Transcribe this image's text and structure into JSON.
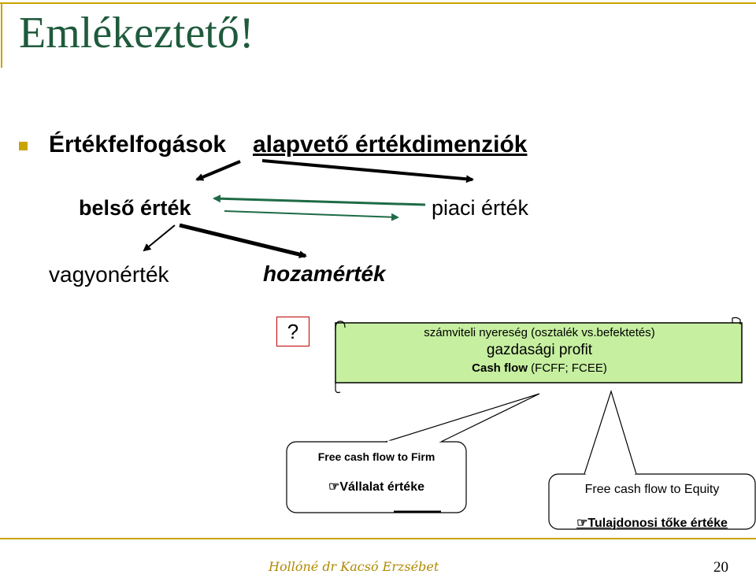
{
  "title": "Emlékeztető!",
  "bullet": {
    "part1": "Értékfelfogások",
    "part2": "alapvető értékdimenziók"
  },
  "labels": {
    "belso": "belső érték",
    "piaci": "piaci érték",
    "vagyon": "vagyonérték",
    "hozam": "hozamérték",
    "question": "?"
  },
  "scroll": {
    "line1": "számviteli nyereség (osztalék vs.befektetés)",
    "line2": "gazdasági profit",
    "line3_bold": "Cash flow",
    "line3_rest": " (FCFF; FCEE)"
  },
  "callout_left": {
    "line1": "Free cash flow to Firm",
    "line2": "Vállalat értéke",
    "icon": "pointing-hand-icon"
  },
  "callout_right": {
    "line1": "Free cash flow to Equity",
    "line2": "Tulajdonosi tőke értéke",
    "icon": "pointing-hand-icon"
  },
  "footer": {
    "author": "Hollóné dr Kacsó Erzsébet",
    "page": "20"
  },
  "colors": {
    "title": "#1f5a3c",
    "rule": "#c8a400",
    "arrow_green": "#1e6b46",
    "scroll_fill": "#c6efa0",
    "red_box": "#c00000"
  }
}
